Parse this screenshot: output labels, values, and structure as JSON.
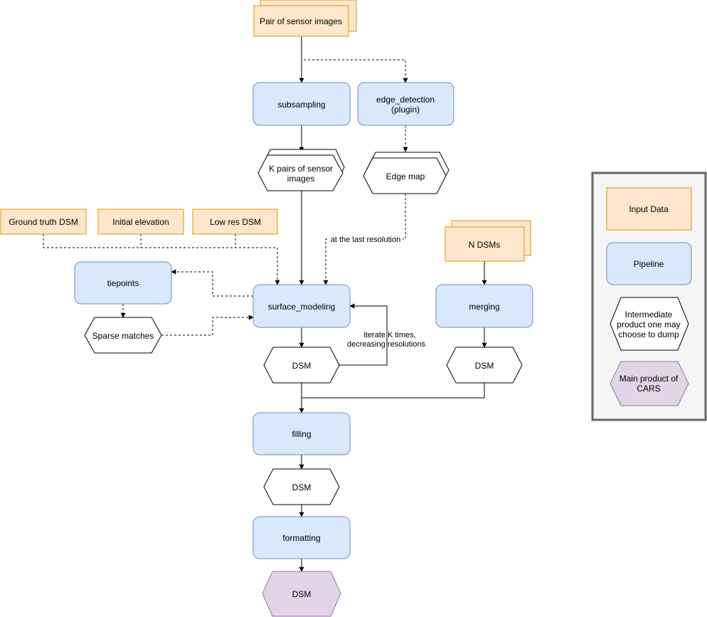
{
  "nodes": {
    "pair_sensor_images": "Pair of sensor images",
    "subsampling": "subsampling",
    "edge_detection_1": "edge_detection",
    "edge_detection_2": "(plugin)",
    "k_pairs_1": "K pairs of sensor",
    "k_pairs_2": "images",
    "edge_map": "Edge map",
    "ground_truth_dsm": "Ground truth DSM",
    "initial_elevation": "Initial elevation",
    "low_res_dsm": "Low res DSM",
    "n_dsms": "N DSMs",
    "tiepoints": "tiepoints",
    "sparse_matches": "Sparse matches",
    "surface_modeling": "surface_modeling",
    "merging": "merging",
    "dsm_iter": "DSM",
    "dsm_merged": "DSM",
    "filling": "filling",
    "dsm_filled": "DSM",
    "formatting": "formatting",
    "dsm_final": "DSM"
  },
  "edge_labels": {
    "last_resolution": "at the last resolution",
    "iterate_1": "iterate K times,",
    "iterate_2": "decreasing resolutions"
  },
  "legend": {
    "input_data": "Input Data",
    "pipeline": "Pipeline",
    "intermediate_1": "Intermediate",
    "intermediate_2": "product one may",
    "intermediate_3": "choose to dump",
    "main_1": "Main product of",
    "main_2": "CARS"
  },
  "colors": {
    "input_fill": "#ffe6cc",
    "input_stroke": "#d79b00",
    "pipeline_fill": "#dae8fc",
    "pipeline_stroke": "#6c8ebf",
    "main_fill": "#e1d5e7",
    "main_stroke": "#9673a6"
  }
}
